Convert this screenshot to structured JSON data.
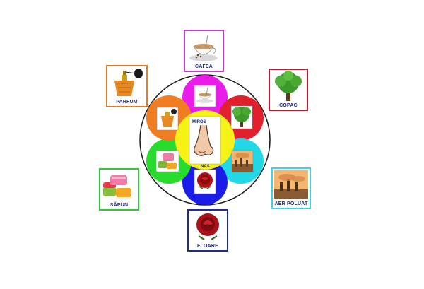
{
  "center": {
    "top_label": "MIROS",
    "bottom_label": "NAS",
    "icon": "nose-icon"
  },
  "items": {
    "cafea": {
      "label": "CAFEA",
      "icon": "coffee-cup-icon",
      "color": "#c13ec6"
    },
    "copac": {
      "label": "COPAC",
      "icon": "tree-icon",
      "color": "#c0192b"
    },
    "aer_poluat": {
      "label": "AER POLUAT",
      "icon": "factory-smoke-icon",
      "color": "#3fd4e0"
    },
    "floare": {
      "label": "FLOARE",
      "icon": "rose-icon",
      "color": "#1f2a9e"
    },
    "sapun": {
      "label": "SĂPUN",
      "icon": "soap-bars-icon",
      "color": "#33c83a"
    },
    "parfum": {
      "label": "PARFUM",
      "icon": "perfume-bottle-icon",
      "color": "#e07a2c"
    }
  },
  "petal_colors": {
    "top": "#ea1cea",
    "top_right": "#e0202c",
    "bottom_right": "#22d8e6",
    "bottom": "#1c1ce8",
    "bottom_left": "#27dc2c",
    "top_left": "#f07d22",
    "center": "#f6f218"
  }
}
